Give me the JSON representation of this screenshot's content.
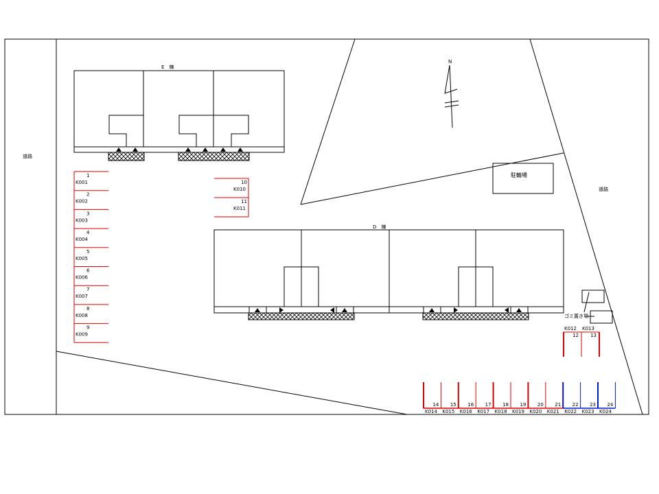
{
  "labels": {
    "road_left": "道路",
    "road_right": "道路",
    "building_e": "E　棟",
    "building_d": "D　棟",
    "parking_lot": "駐輪場",
    "garbage": "ゴミ置き場",
    "north": "N"
  },
  "left_spaces": [
    {
      "num": "1",
      "code": "K001"
    },
    {
      "num": "2",
      "code": "K002"
    },
    {
      "num": "3",
      "code": "K003"
    },
    {
      "num": "4",
      "code": "K004"
    },
    {
      "num": "5",
      "code": "K005"
    },
    {
      "num": "6",
      "code": "K006"
    },
    {
      "num": "7",
      "code": "K007"
    },
    {
      "num": "8",
      "code": "K008"
    },
    {
      "num": "9",
      "code": "K009"
    }
  ],
  "mid_spaces": [
    {
      "num": "10",
      "code": "K010"
    },
    {
      "num": "11",
      "code": "K011"
    }
  ],
  "right_spaces": [
    {
      "num": "12",
      "code": "K012"
    },
    {
      "num": "13",
      "code": "K013"
    }
  ],
  "bottom_spaces": [
    {
      "num": "14",
      "code": "K014",
      "color": "#e00000"
    },
    {
      "num": "15",
      "code": "K015",
      "color": "#e00000"
    },
    {
      "num": "16",
      "code": "K016",
      "color": "#e00000"
    },
    {
      "num": "17",
      "code": "K017",
      "color": "#e00000"
    },
    {
      "num": "18",
      "code": "K018",
      "color": "#e00000"
    },
    {
      "num": "19",
      "code": "K019",
      "color": "#e00000"
    },
    {
      "num": "20",
      "code": "K020",
      "color": "#e00000"
    },
    {
      "num": "21",
      "code": "K021",
      "color": "#e00000"
    },
    {
      "num": "22",
      "code": "K022",
      "color": "#0018d0"
    },
    {
      "num": "23",
      "code": "K023",
      "color": "#0018d0"
    },
    {
      "num": "24",
      "code": "K024",
      "color": "#0018d0"
    }
  ]
}
